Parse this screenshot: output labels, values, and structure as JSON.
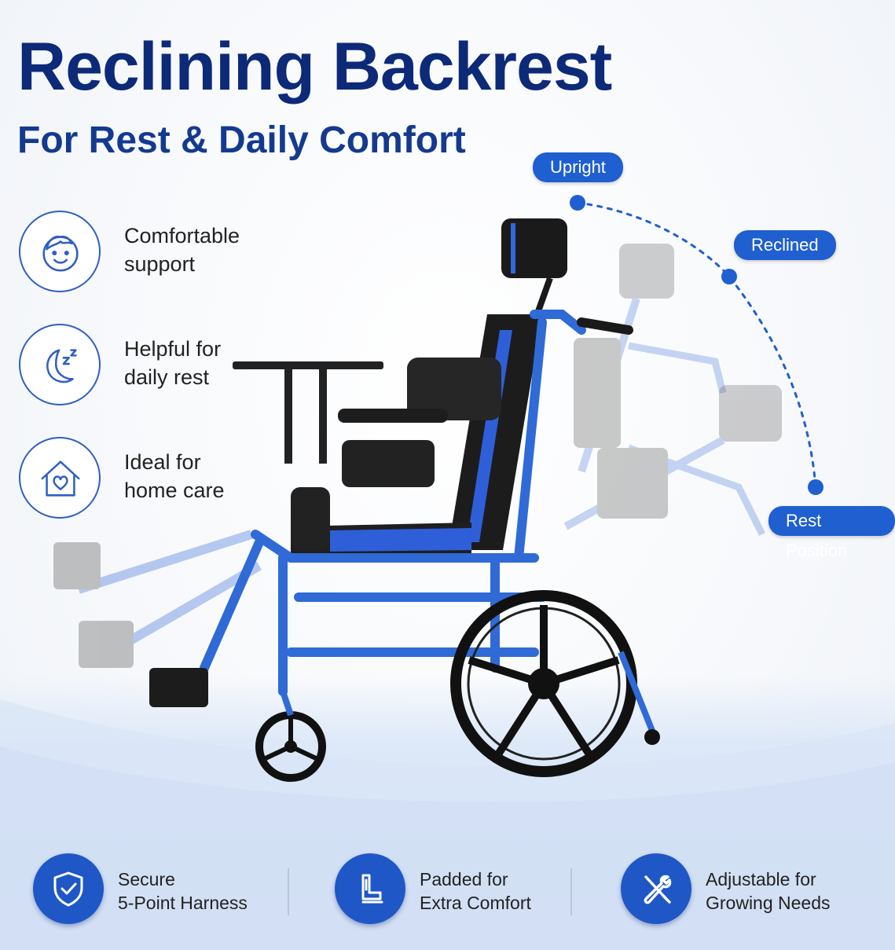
{
  "header": {
    "title": "Reclining Backrest",
    "subtitle": "For Rest & Daily Comfort"
  },
  "features": [
    {
      "icon": "smiling-child-icon",
      "label": "Comfortable\nsupport"
    },
    {
      "icon": "moon-sleep-icon",
      "label": "Helpful for\ndaily rest"
    },
    {
      "icon": "house-heart-icon",
      "label": "Ideal for\nhome care"
    }
  ],
  "positions": {
    "upright": "Upright",
    "reclined": "Reclined",
    "rest": "Rest Position"
  },
  "badges": [
    {
      "icon": "shield-check-icon",
      "label": "Secure\n5-Point Harness"
    },
    {
      "icon": "padded-seat-icon",
      "label": "Padded for\nExtra Comfort"
    },
    {
      "icon": "wrench-screwdriver-icon",
      "label": "Adjustable for\nGrowing Needs"
    }
  ],
  "colors": {
    "title": "#0d2a78",
    "accent": "#1f5fd0",
    "frame": "#2f6ad6"
  }
}
